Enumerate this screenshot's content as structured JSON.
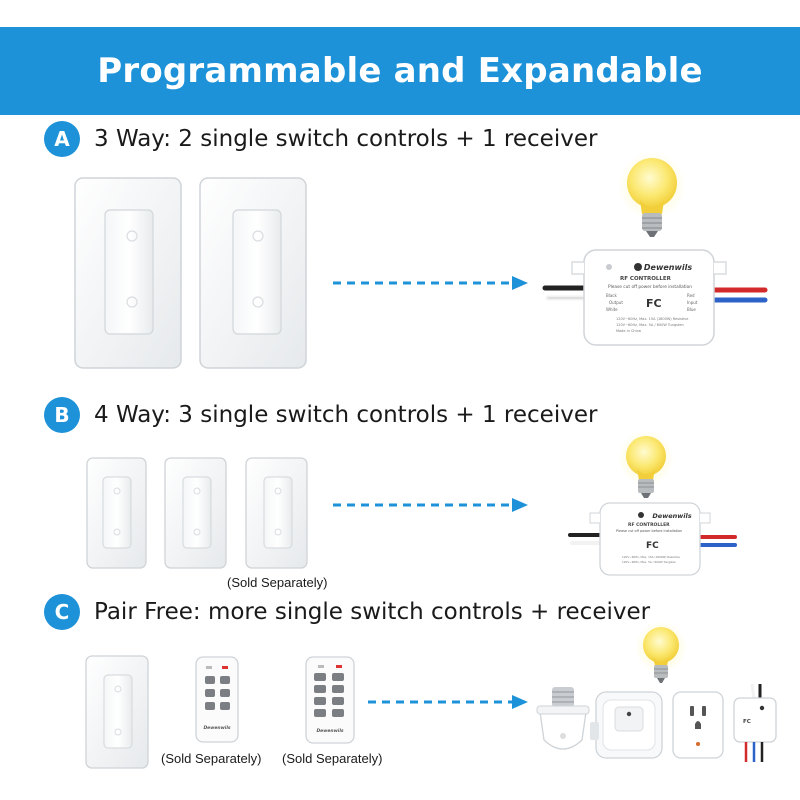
{
  "header": {
    "title": "Programmable and Expandable"
  },
  "sections": [
    {
      "letter": "A",
      "text": "3 Way: 2 single switch controls + 1 receiver"
    },
    {
      "letter": "B",
      "text": "4 Way: 3 single switch controls + 1 receiver",
      "note": "(Sold Separately)"
    },
    {
      "letter": "C",
      "text": "Pair Free: more single switch controls + receiver",
      "notes": [
        "(Sold Separately)",
        "(Sold Separately)"
      ]
    }
  ],
  "receiver": {
    "brand": "Dewenwils",
    "title": "RF CONTROLLER",
    "warning": "Please cut off power before installation",
    "wire_labels": [
      "Black",
      "Output",
      "White",
      "Red",
      "Input",
      "Blue"
    ],
    "specs": [
      "120V~60Hz, Max. 15A (1800W) Resistive",
      "120V~60Hz, Max. 5A / 600W Tungsten",
      "Made in China"
    ],
    "cert": "FC"
  },
  "colors": {
    "accent": "#1d92d8",
    "bulb": "#fbe870",
    "arrow": "#1d92d8"
  },
  "icons": [
    "light-bulb-icon",
    "wall-switch-icon",
    "remote-control-icon",
    "dashed-arrow-icon",
    "socket-adapter-icon",
    "plug-in-outlet-icon",
    "wire-receiver-icon"
  ]
}
